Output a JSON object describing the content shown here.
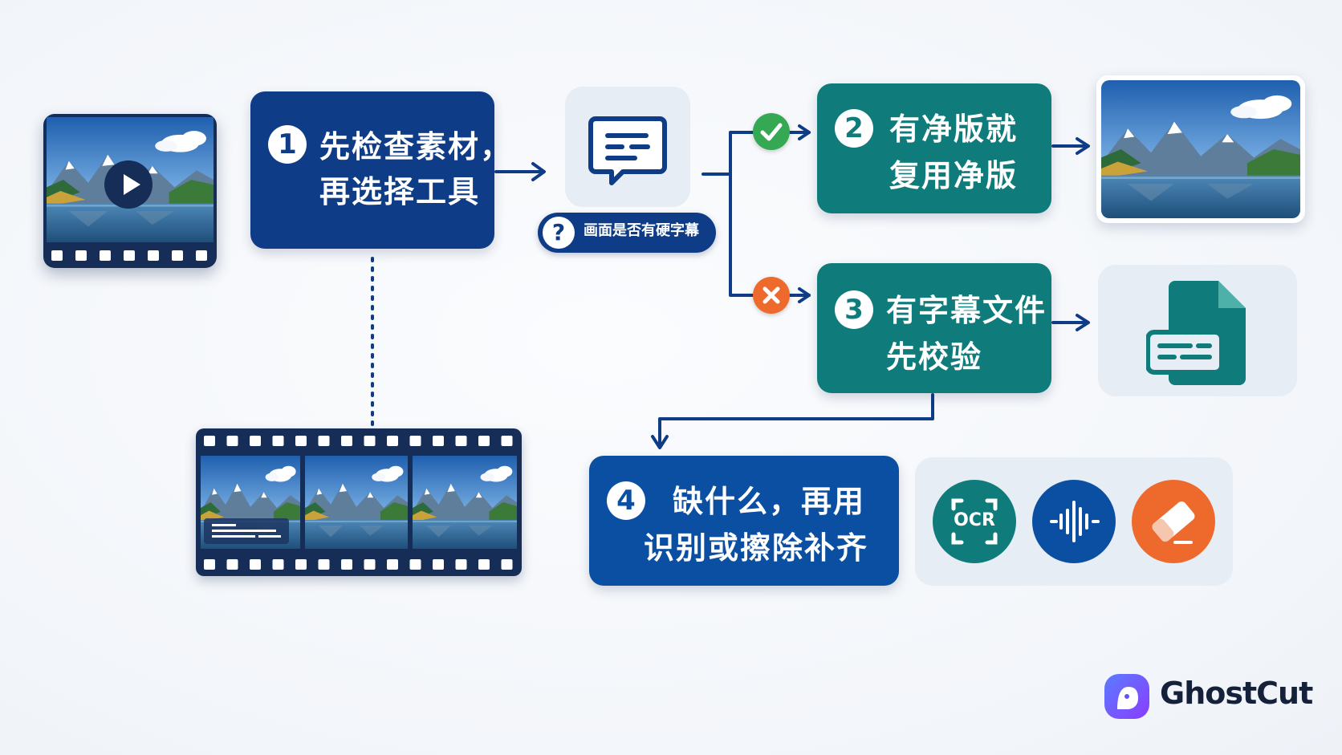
{
  "steps": [
    {
      "number": "1",
      "line1": "先检查素材，",
      "line2": "再选择工具"
    },
    {
      "number": "2",
      "line1": "有净版就",
      "line2": "复用净版"
    },
    {
      "number": "3",
      "line1": "有字幕文件",
      "line2": "先校验"
    },
    {
      "number": "4",
      "line1": "缺什么，再用",
      "line2": "识别或擦除补齐"
    }
  ],
  "question_badge": {
    "icon": "?",
    "text": "画面是否有硬字幕"
  },
  "tools": [
    {
      "icon": "ocr-icon",
      "label": "OCR",
      "color": "#0f7c7b"
    },
    {
      "icon": "audio-waveform-icon",
      "label": "",
      "color": "#0b4fa3"
    },
    {
      "icon": "eraser-icon",
      "label": "",
      "color": "#ee6a2c"
    }
  ],
  "brand": {
    "name": "GhostCut"
  },
  "colors": {
    "navy": "#0f3c86",
    "blue": "#0b4fa3",
    "teal": "#0f7c7b",
    "yes": "#34a853",
    "no": "#ee6a2c"
  }
}
